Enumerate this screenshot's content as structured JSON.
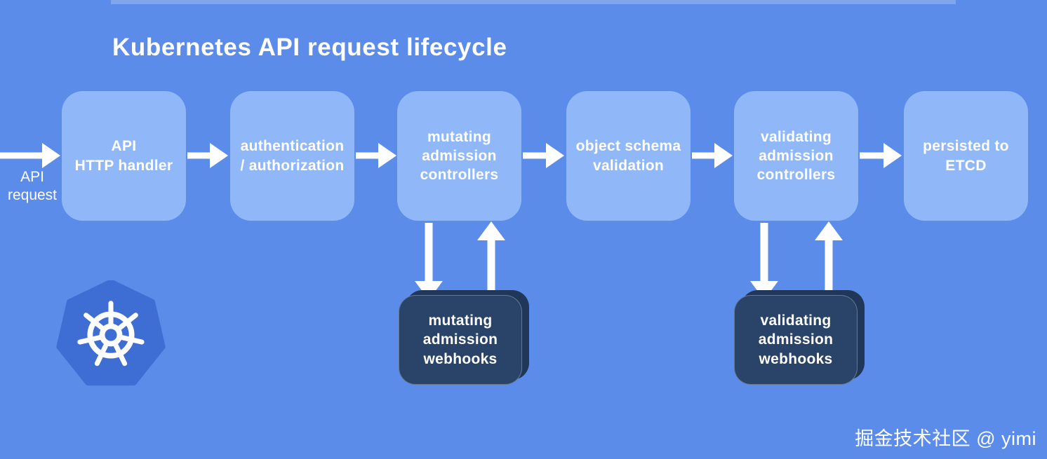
{
  "page": {
    "title": "Kubernetes API request lifecycle",
    "watermark": "掘金技术社区 @ yimi",
    "colors": {
      "background": "#5b8ce9",
      "stage_box": "#90b8f8",
      "webhook_box_front": "#2a4469",
      "webhook_box_back": "#203759",
      "arrow": "#ffffff",
      "text": "#ffffff",
      "logo_heptagon": "#3e6ed3"
    }
  },
  "flow": {
    "input_label": "API\nrequest",
    "stages": [
      {
        "label": "API\nHTTP handler"
      },
      {
        "label": "authentication\n/ authorization"
      },
      {
        "label": "mutating\nadmission\ncontrollers"
      },
      {
        "label": "object schema\nvalidation"
      },
      {
        "label": "validating\nadmission\ncontrollers"
      },
      {
        "label": "persisted to\nETCD"
      }
    ],
    "webhooks": [
      {
        "label": "mutating\nadmission\nwebhooks"
      },
      {
        "label": "validating\nadmission\nwebhooks"
      }
    ]
  },
  "icons": {
    "kubernetes_logo": "kubernetes-helm-wheel"
  }
}
